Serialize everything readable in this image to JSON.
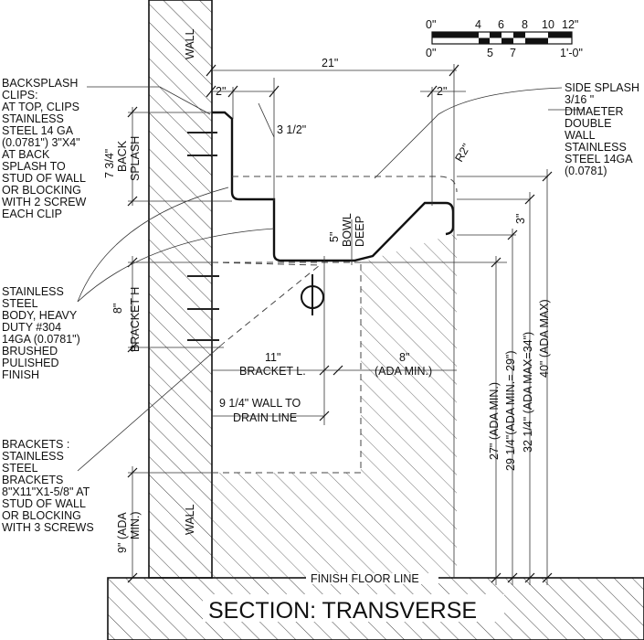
{
  "title": "SECTION: TRANSVERSE",
  "scale_bar": {
    "top_labels": [
      "0\"",
      "4",
      "6",
      "8",
      "10",
      "12\""
    ],
    "bottom_labels": [
      "0\"",
      "5",
      "7",
      "1'-0\""
    ]
  },
  "labels": {
    "wall_top": "WALL",
    "wall_bottom": "WALL",
    "finish_floor": "FINISH FLOOR LINE",
    "centerline": "CL"
  },
  "notes": {
    "backsplash_clips": [
      "BACKSPLASH",
      "CLIPS:",
      "AT TOP, CLIPS",
      "STAINLESS",
      "STEEL 14 GA",
      "(0.0781\") 3\"X4\"",
      "AT BACK",
      "SPLASH TO",
      "STUD OF WALL",
      "OR BLOCKING",
      "WITH 2 SCREW",
      "EACH CLIP"
    ],
    "body": [
      "STAINLESS",
      "STEEL",
      "BODY, HEAVY",
      "DUTY #304",
      "14GA (0.0781\")",
      "BRUSHED",
      "PULISHED",
      "FINISH"
    ],
    "brackets": [
      "BRACKETS :",
      "STAINLESS",
      "STEEL",
      "BRACKETS",
      "8\"X11\"X1-5/8\" AT",
      "STUD OF WALL",
      "OR BLOCKING",
      "WITH 3 SCREWS"
    ],
    "side_splash": [
      "SIDE SPLASH",
      "3/16 \"",
      "DIMAETER",
      "DOUBLE",
      "WALL",
      "STAINLESS",
      "STEEL 14GA",
      "(0.0781)"
    ]
  },
  "dimensions": {
    "width_21": "21\"",
    "left_2": "2\"",
    "right_2": "2\"",
    "d_3_5": "3 1/2\"",
    "backsplash": [
      "7 3/4\"",
      "BACK",
      "SPLASH"
    ],
    "radius": "R2\"",
    "bowl": [
      "5\"",
      "BOWL",
      "DEEP"
    ],
    "d_3": "3\"",
    "bracket_h": [
      "8\"",
      "BRACKET H"
    ],
    "bracket_l": [
      "11\"",
      "BRACKET L."
    ],
    "ada_8": [
      "8\"",
      "(ADA MIN.)"
    ],
    "drain": [
      "9 1/4\" WALL TO",
      "DRAIN LINE"
    ],
    "ada_9": [
      "9\" (ADA",
      "MIN.)"
    ],
    "h27": "27\" (ADA MIN.)",
    "h29": "29 1/4\"(ADA MIN.= 29\")",
    "h32": "32 1/4\" (ADA MAX=34\")",
    "h40": "40\" (ADA MAX)"
  }
}
